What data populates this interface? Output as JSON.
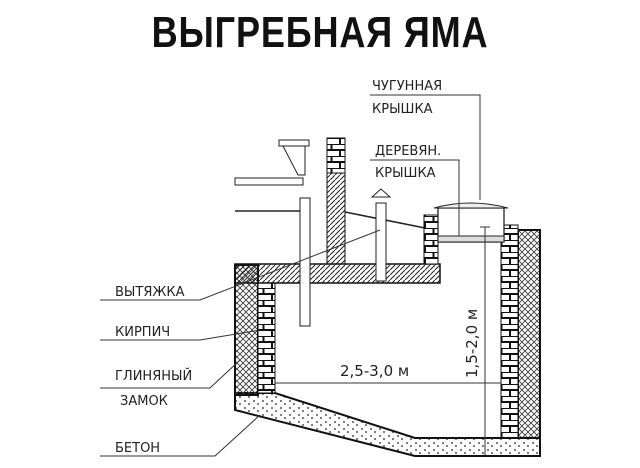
{
  "title": "ВЫГРЕБНАЯ ЯМА",
  "labels": {
    "cast_iron_lid_1": "ЧУГУННАЯ",
    "cast_iron_lid_2": "КРЫШКА",
    "wooden_lid_1": "ДЕРЕВЯН.",
    "wooden_lid_2": "КРЫШКА",
    "vent": "ВЫТЯЖКА",
    "brick": "КИРПИЧ",
    "clay_lock_1": "ГЛИНЯНЫЙ",
    "clay_lock_2": "ЗАМОК",
    "concrete": "БЕТОН"
  },
  "dimensions": {
    "width": "2,5-3,0 м",
    "depth": "1,5-2,0 м"
  }
}
